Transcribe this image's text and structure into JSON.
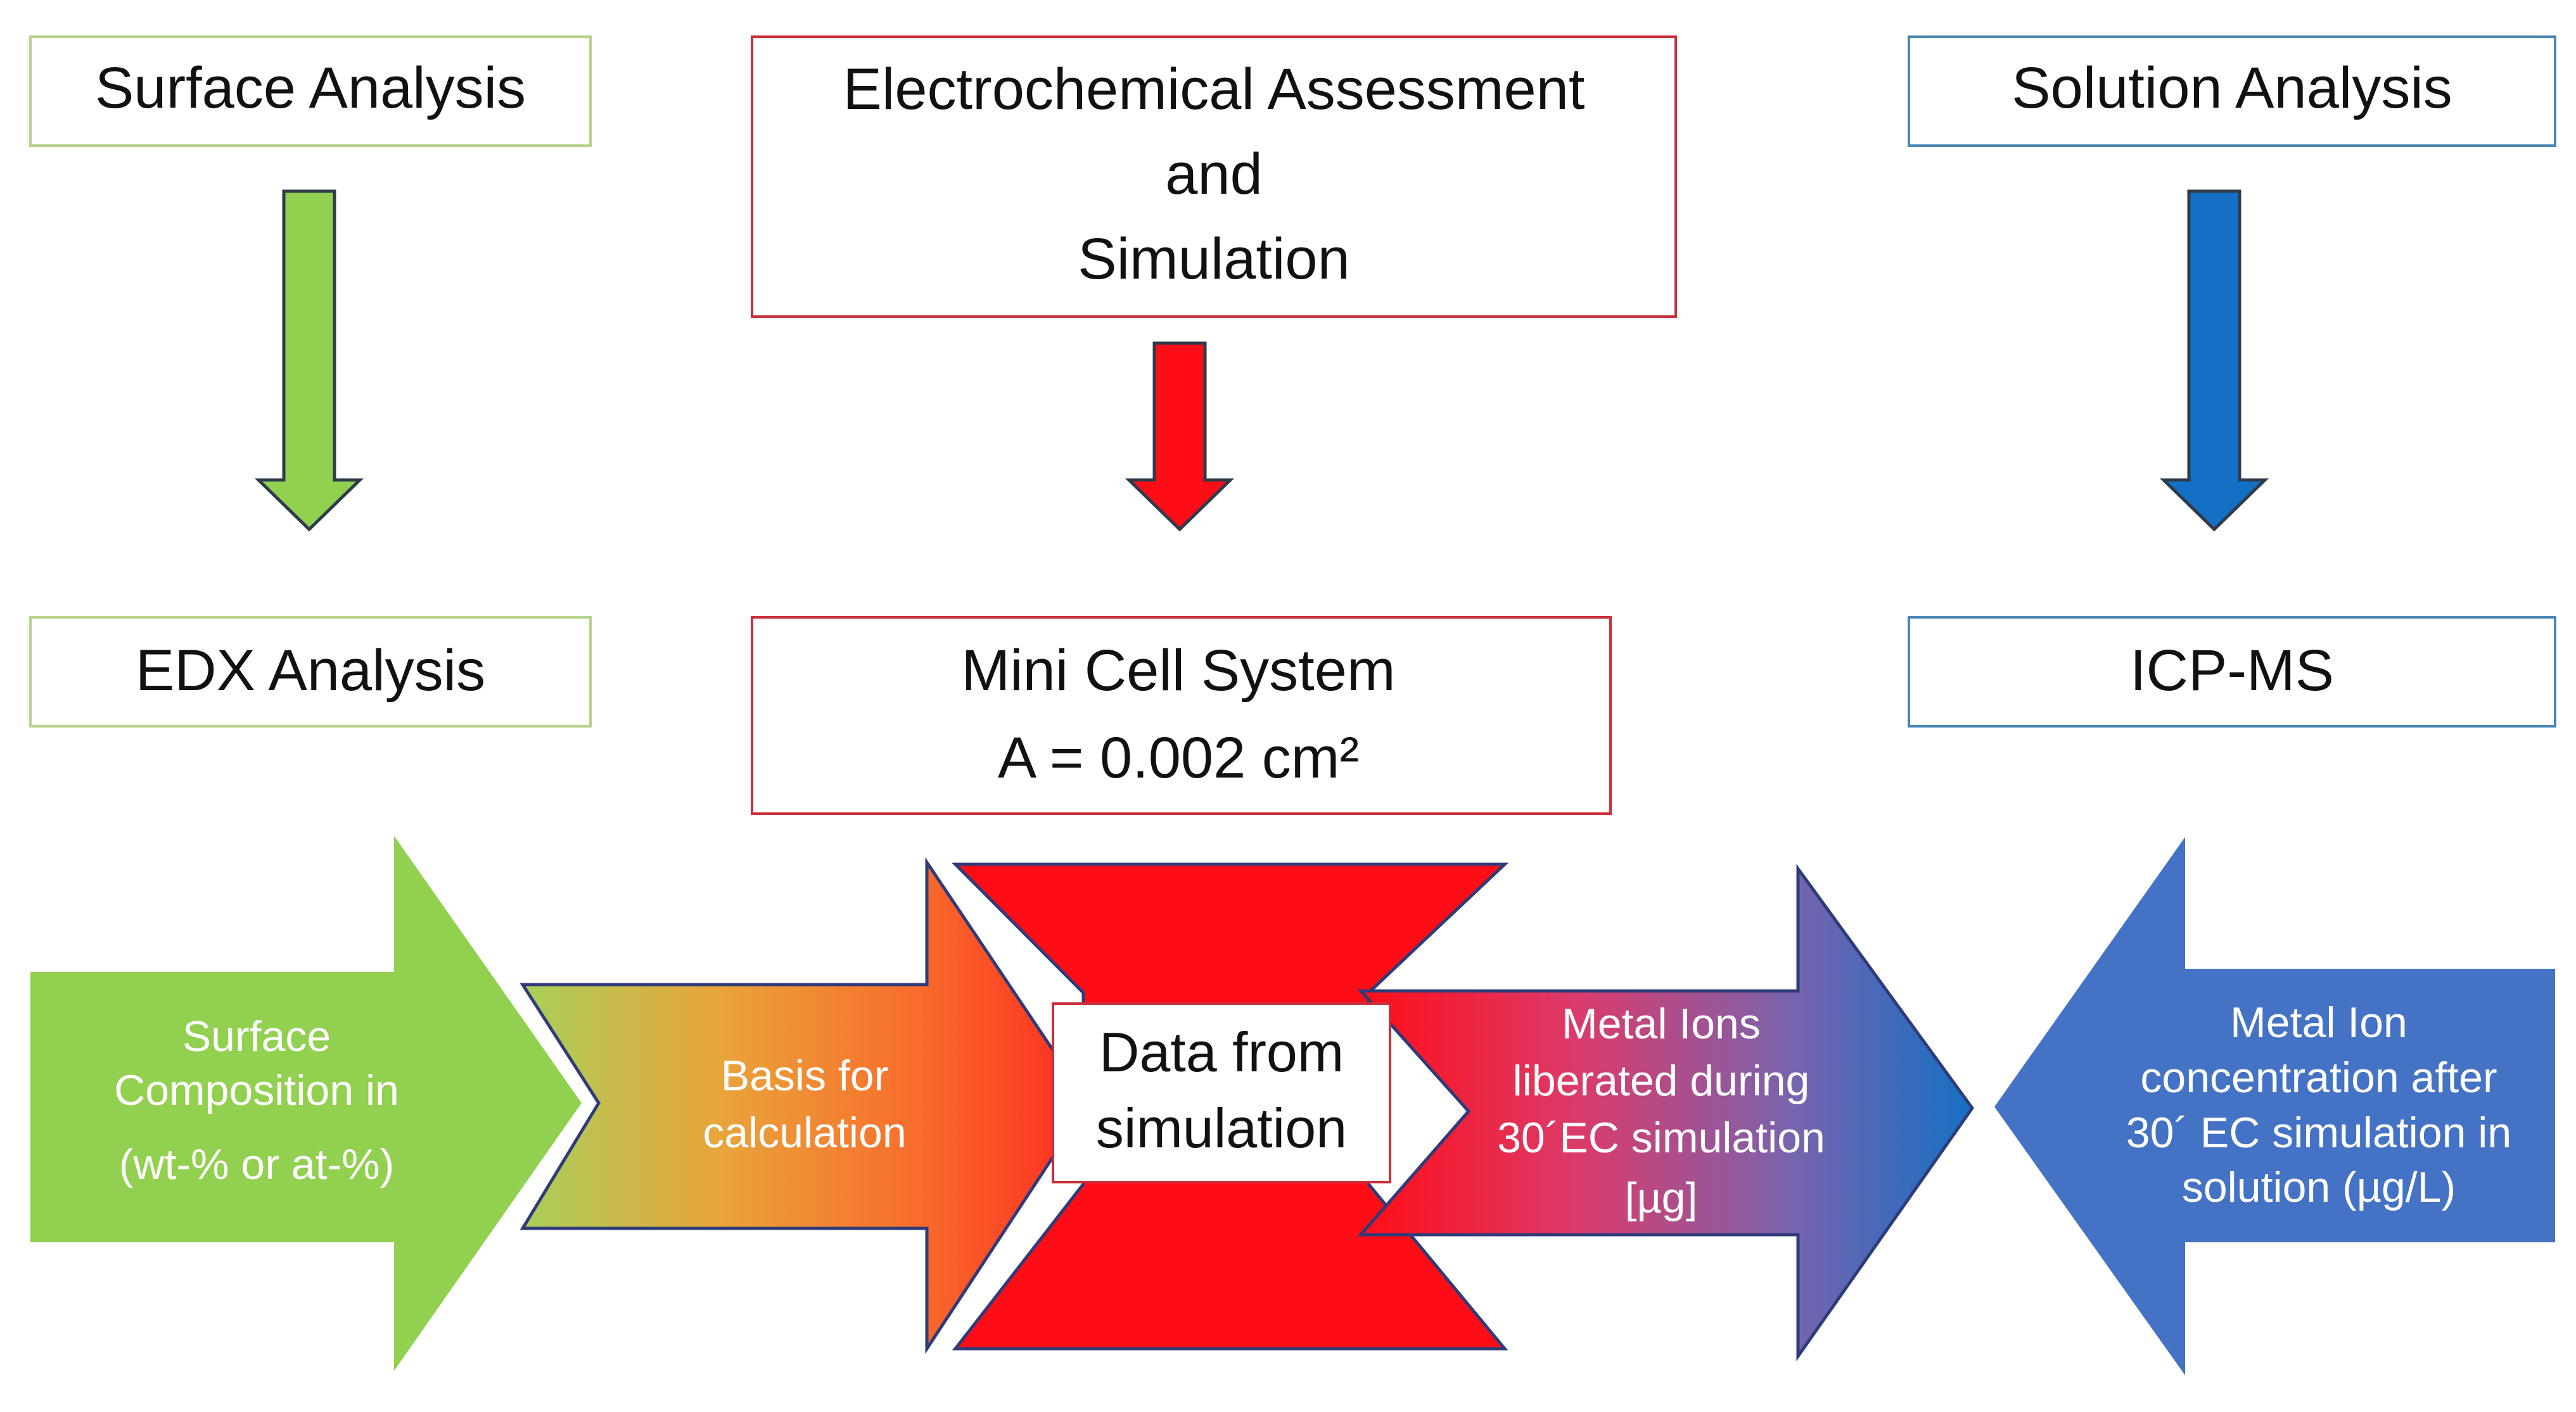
{
  "colors": {
    "green": "#92d050",
    "green_border": "#b5d28a",
    "red": "#ff0d16",
    "red_border": "#c9303a",
    "blue": "#1470c4",
    "blue_border": "#4a86b5",
    "blue_arrow": "#4472c4",
    "orange": "#f86c2c",
    "text_dark": "#111111",
    "text_light": "#ffffff"
  },
  "top_boxes": {
    "surface": "Surface Analysis",
    "electrochem": [
      "Electrochemical Assessment",
      "and",
      "Simulation"
    ],
    "solution": "Solution Analysis"
  },
  "mid_boxes": {
    "edx": "EDX Analysis",
    "mini_cell": [
      "Mini Cell System",
      "A = 0.002 cm²"
    ],
    "icp": "ICP-MS"
  },
  "flow": {
    "surface_composition": [
      "Surface",
      "Composition in",
      "(wt-% or at-%)"
    ],
    "basis": [
      "Basis for",
      "calculation"
    ],
    "data_from_sim": [
      "Data from",
      "simulation"
    ],
    "metal_ions": [
      "Metal Ions",
      "liberated during",
      "30´EC simulation",
      "[µg]"
    ],
    "metal_ion_conc": [
      "Metal Ion",
      "concentration after",
      "30´ EC simulation in",
      "solution (µg/L)"
    ]
  }
}
